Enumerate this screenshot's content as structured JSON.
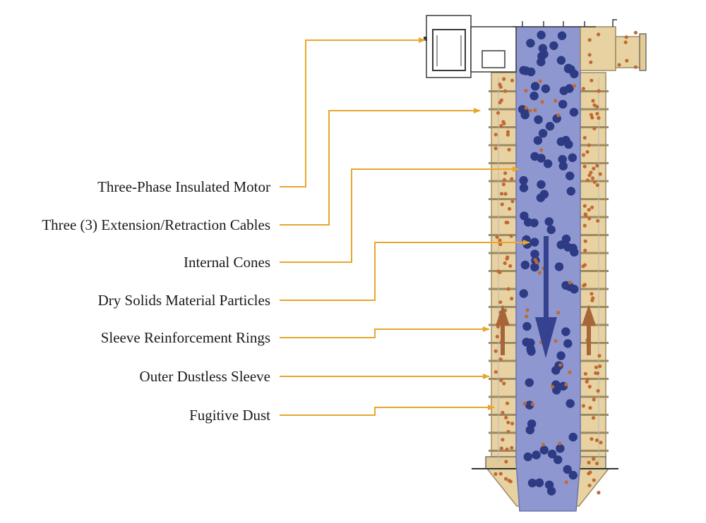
{
  "diagram": {
    "colors": {
      "sleeve": "#e8d2a2",
      "sleeve_edge": "#9c8a62",
      "core": "#8e97cf",
      "core_edge": "#6c74ad",
      "particle": "#2d3a84",
      "dust": "#c06a32",
      "leader": "#e7a62c",
      "frame": "#3a3a3a",
      "arrow_down": "#34428f",
      "arrow_up": "#a6663a"
    },
    "labels": [
      {
        "id": "motor",
        "text": "Three-Phase Insulated Motor"
      },
      {
        "id": "cables",
        "text": "Three (3) Extension/Retraction Cables"
      },
      {
        "id": "cones",
        "text": "Internal Cones"
      },
      {
        "id": "particles",
        "text": "Dry Solids Material Particles"
      },
      {
        "id": "rings",
        "text": "Sleeve Reinforcement Rings"
      },
      {
        "id": "sleeve",
        "text": "Outer Dustless Sleeve"
      },
      {
        "id": "dust",
        "text": "Fugitive Dust"
      }
    ]
  }
}
